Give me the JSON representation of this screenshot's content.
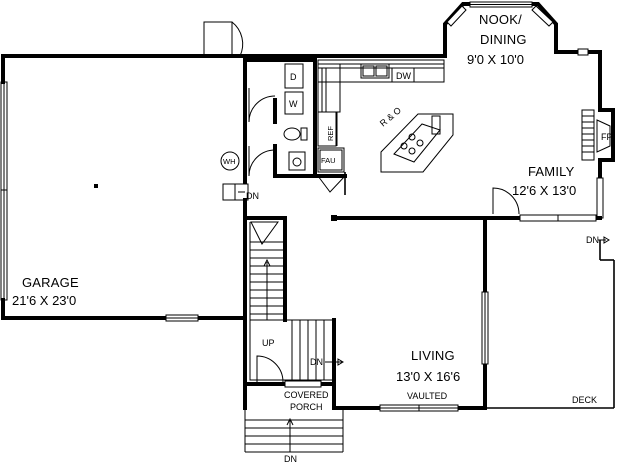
{
  "rooms": {
    "nook": {
      "name_line1": "NOOK/",
      "name_line2": "DINING",
      "size": "9'0 X 10'0"
    },
    "family": {
      "name": "FAMILY",
      "size": "12'6 X 13'0"
    },
    "garage": {
      "name": "GARAGE",
      "size": "21'6 X 23'0"
    },
    "living": {
      "name": "LIVING",
      "size": "13'0 X 16'6",
      "note": "VAULTED"
    },
    "porch": {
      "name_line1": "COVERED",
      "name_line2": "PORCH"
    },
    "deck": {
      "name": "DECK"
    }
  },
  "fixtures": {
    "dryer": "D",
    "washer": "W",
    "dishwasher": "DW",
    "refrigerator": "REF",
    "furnace": "FAU",
    "water_heater": "WH",
    "fireplace": "FP",
    "range_oven": "R & O"
  },
  "stairs": {
    "up": "UP",
    "down_labels": [
      "DN",
      "DN",
      "DN",
      "DN"
    ]
  }
}
